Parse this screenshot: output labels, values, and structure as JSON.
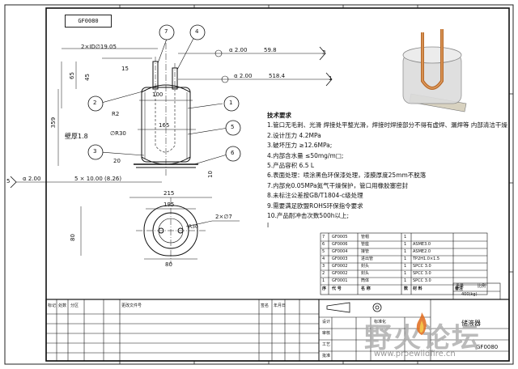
{
  "title_box": "GF0080",
  "dimensions": {
    "pipe_dia": "2×ID∅19.05",
    "d65": "65",
    "d45": "45",
    "d15": "15",
    "d100": "100",
    "d165": "165",
    "d359": "359",
    "wall": "壁厚1.8",
    "bend": "∅R30",
    "r2": "R2",
    "d20": "20",
    "d10": "10",
    "alpha1": "α 2.00",
    "len1": "59.8",
    "alpha2": "α 2.00",
    "len2": "518.4",
    "alpha3": "α 2.00",
    "slot": "5 × 10.00 (8.26)",
    "d215": "215",
    "d195": "195",
    "d80h": "80",
    "d80w": "80",
    "hole": "2×∅7",
    "r30": "R30"
  },
  "balloons": [
    "7",
    "4",
    "3",
    "1",
    "2",
    "1",
    "5",
    "3",
    "6",
    "5"
  ],
  "notes": {
    "title": "技术要求",
    "lines": [
      "1.管口无毛刺、光滑  焊接处平整光滑，焊接时焊接部分不得有虚焊、漏焊等  内部清洁干燥",
      "2.设计压力 4.2MPa",
      "3.破坏压力 ≥12.6MPa;",
      "4.内部含水量 ≤50mg/m□;",
      "5.产品容积 6.5 L",
      "6.表面处理：喷涂黑色环保漆处理，漆膜厚度25mm不脱落",
      "7.内部充0.05MPa氮气干燥保护，管口用橡胶塞密封",
      "8.未标注公差按GB/T1804-c级处理",
      "9.需要满足欧盟ROHS环保指令要求",
      "10.产品耐冲击次数500h以上;",
      "l"
    ]
  },
  "bom": [
    [
      "7",
      "GF0005",
      "管帽",
      "1",
      "",
      ""
    ],
    [
      "6",
      "GF0006",
      "管座",
      "1",
      "ASME3.0",
      ""
    ],
    [
      "5",
      "GF0004",
      "接管",
      "1",
      "ASME2.0",
      ""
    ],
    [
      "4",
      "GF0003",
      "进出管",
      "1",
      "TP2H1.0×1.5",
      ""
    ],
    [
      "3",
      "GF0002",
      "封头",
      "1",
      "SPCC 3.0",
      ""
    ],
    [
      "2",
      "GF0002",
      "封头",
      "1",
      "SPCC 3.0",
      ""
    ],
    [
      "1",
      "GF0001",
      "筒体",
      "1",
      "SPCC 3.0",
      ""
    ]
  ],
  "bom_header": [
    "序",
    "代  号",
    "名  称",
    "数",
    "材  料",
    "备注"
  ],
  "weight_label": "重量",
  "weight_value": "400(kg)",
  "scale_label": "比例",
  "title_block": {
    "headers": [
      "标记",
      "处数",
      "分区",
      "更改文件号",
      "签名",
      "年月日"
    ],
    "design": "设计",
    "check": "审核",
    "process": "工艺",
    "approve": "批准",
    "std": "标准化",
    "doc_name": "储液器",
    "doc_number": "GF0080"
  },
  "watermark": {
    "cn": "野火论坛",
    "url": "www.proewildfire.cn"
  }
}
